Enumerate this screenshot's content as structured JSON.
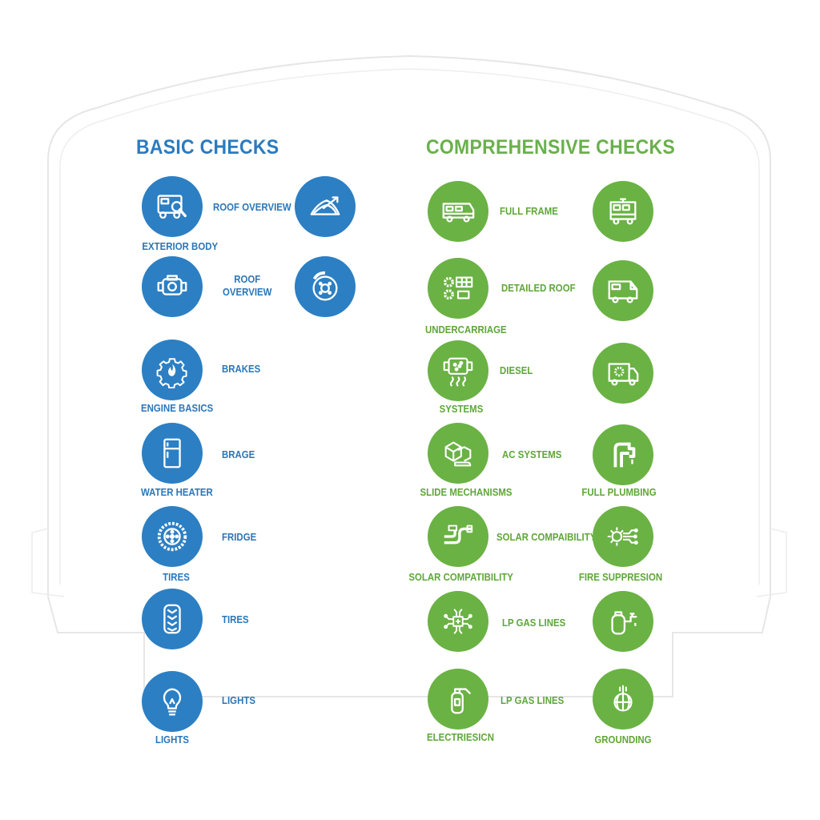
{
  "headings": {
    "basic": "BASIC CHECKS",
    "comprehensive": "COMPREHENSIVE CHECKS"
  },
  "colors": {
    "basic_accent": "#2c7fc3",
    "comprehensive_accent": "#6ab244",
    "outline": "#e3e3e3"
  },
  "basic": {
    "icons": {
      "r1a": "rv-inspection-icon",
      "r1b": "roof-slope-icon",
      "r2a": "engine-icon",
      "r2b": "brake-disc-icon",
      "r3": "engine-gear-flame-icon",
      "r4": "refrigerator-icon",
      "r5": "tire-wheel-icon",
      "r6": "tire-tread-icon",
      "r7": "light-bulb-icon"
    },
    "labels": {
      "exterior_body": "EXTERIOR BODY",
      "roof_overview_1": "ROOF OVERVIEW",
      "roof_overview_2": "ROOF\nOVERVIEW",
      "brakes": "BRAKES",
      "engine_basics": "ENGINE BASICS",
      "brage": "BRAGE",
      "water_heater": "WATER HEATER",
      "fridge": "FRIDGE",
      "tires_1": "TIRES",
      "tires_2": "TIRES",
      "lights_1": "LIGHTS",
      "lights_2": "LIGHTS"
    }
  },
  "comprehensive": {
    "icons": {
      "r1a": "rv-side-icon",
      "r1b": "rv-front-icon",
      "r2a": "gears-solar-panel-icon",
      "r2b": "rv-van-icon",
      "r3a": "engine-heat-icon",
      "r3b": "service-truck-icon",
      "r4a": "slide-boxes-icon",
      "r4b": "plumbing-pipes-icon",
      "r5a": "pipe-connector-icon",
      "r5b": "solar-circuit-icon",
      "r6a": "circuit-board-icon",
      "r6b": "gas-tank-valve-icon",
      "r7a": "fire-extinguisher-icon",
      "r7b": "grounding-globe-icon"
    },
    "labels": {
      "full_frame": "FULL FRAME",
      "detailed_roof": "DETAILED ROOF",
      "undercarriage": "UNDERCARRIAGE",
      "diesel": "DIESEL",
      "systems": "SYSTEMS",
      "ac_systems": "AC SYSTEMS",
      "slide_mechanisms": "SLIDE MECHANISMS",
      "full_plumbing": "FULL PLUMBING",
      "solar_compatibility_side": "SOLAR COMPAIBILITY",
      "solar_compatibility_under": "SOLAR COMPATIBILITY",
      "fire_suppresion": "FIRE SUPPRESION",
      "lp_gas_lines_1": "LP GAS LINES",
      "lp_gas_lines_2": "LP GAS LINES",
      "electresicn": "ELECTRIESICN",
      "grounding": "GROUNDING"
    }
  }
}
